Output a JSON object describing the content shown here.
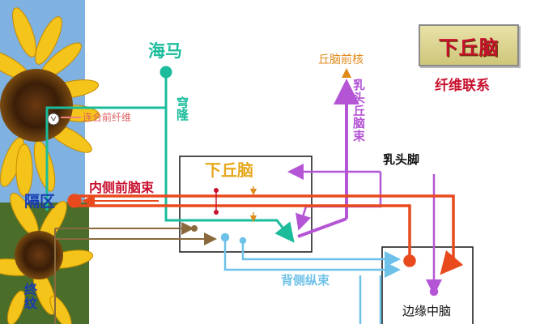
{
  "title": "下丘脑",
  "subtitle": "纤维联系",
  "labels": {
    "hippocampus": "海马",
    "fornix": "穹隆",
    "anterior_commissure": "连合前纤维",
    "septal_area": "隔区",
    "medial_forebrain_bundle": "内侧前脑束",
    "hypothalamus": "下丘脑",
    "anterior_thalamic_nucleus": "丘脑前核",
    "mammillothalamic_tract": "乳头丘脑束",
    "mammillary_peduncle": "乳头脚",
    "dorsal_longitudinal_fasciculus": "背侧纵束",
    "limbic_midbrain": "边缘中脑",
    "stria_terminalis": "终纹"
  },
  "colors": {
    "fornix": "#1abc9c",
    "mammillothalamic": "#b455d6",
    "mfb": "#e84a1e",
    "mfb_label": "#c8102e",
    "dorsal_longitudinal": "#6ec1e8",
    "stria": "#8a6a3c",
    "box_border": "#222222",
    "title_red": "#c8102e",
    "orange": "#e08a1a",
    "hypothalamus_label": "#e6a81c"
  }
}
